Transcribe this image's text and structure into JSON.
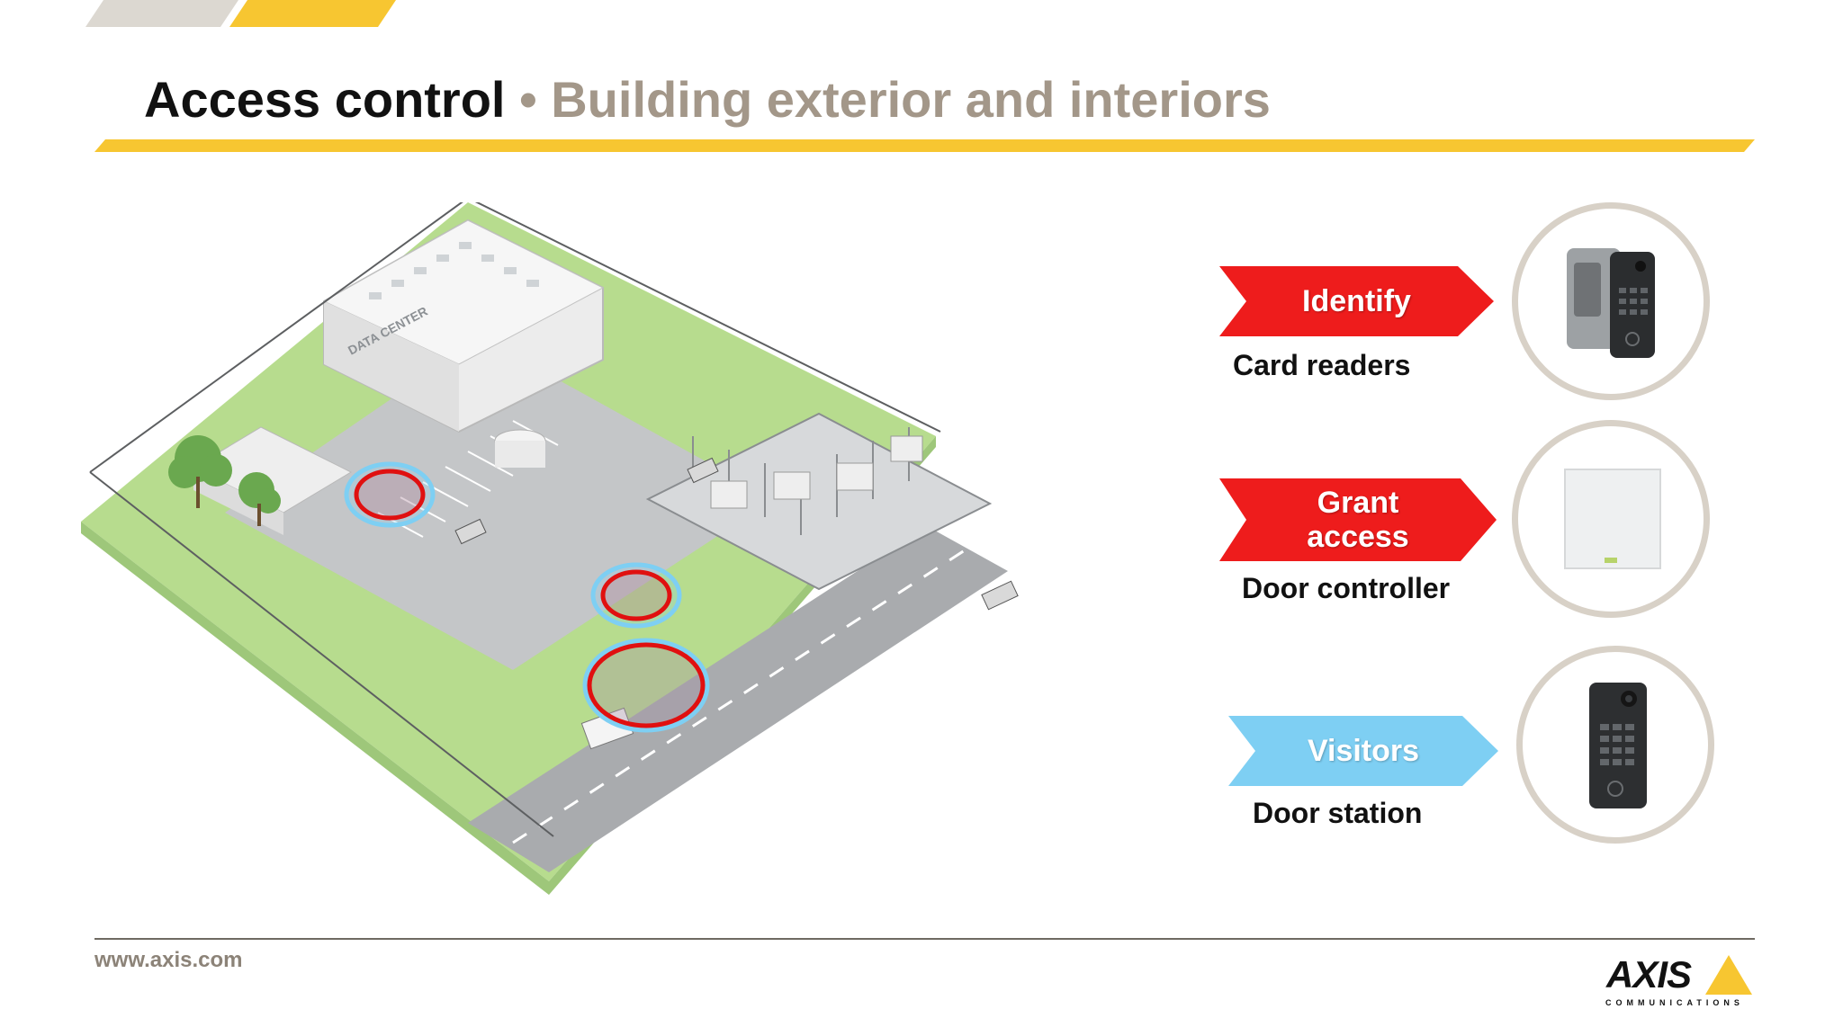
{
  "header": {
    "title_main": "Access control",
    "title_separator": "•",
    "title_sub": "Building exterior and interiors"
  },
  "scene": {
    "building_sign": "DATA CENTER"
  },
  "features": [
    {
      "arrow_label": "Identify",
      "caption": "Card readers",
      "color": "#ee1c1c",
      "icon": "card-reader-icon"
    },
    {
      "arrow_label": "Grant access",
      "caption": "Door controller",
      "color": "#ee1c1c",
      "icon": "door-controller-icon"
    },
    {
      "arrow_label": "Visitors",
      "caption": "Door station",
      "color": "#7ecff3",
      "icon": "door-station-icon"
    }
  ],
  "footer": {
    "url": "www.axis.com",
    "logo_text": "AXIS",
    "logo_sub": "COMMUNICATIONS"
  },
  "colors": {
    "accent_yellow": "#f7c631",
    "highlight_red": "#ee1c1c",
    "highlight_blue": "#7ecff3",
    "grass": "#b7dc8e"
  }
}
